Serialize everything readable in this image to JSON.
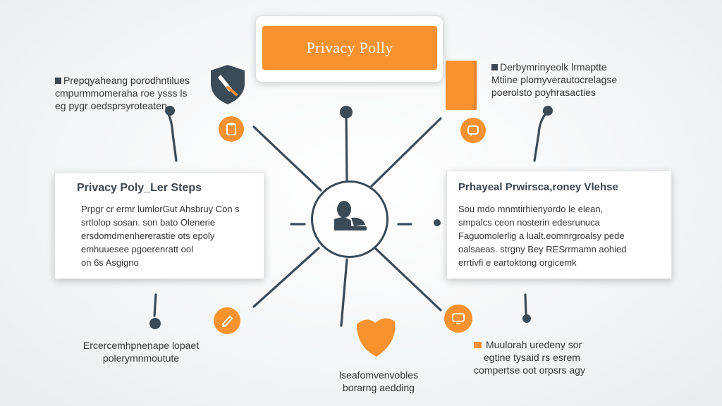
{
  "title": "Privacy Polly",
  "left_card": {
    "title": "Privacy Poly_Ler Steps",
    "lines": [
      "Prpgr cr ermr lumlorGut Ahsbruy Con s",
      "srtlolop sosan. son bato Olenerie",
      "ersdomdmenhererastie ots epoly",
      "emhuuesee pgoerenratt ool",
      "on 6s Asgigno"
    ]
  },
  "right_card": {
    "title": "Prhayeal Prwirsca,roney Vlehse",
    "lines": [
      "Sou mdo mnmtirhienyordo le elean,",
      "smpalcs ceon nosterin edesrunuca",
      "Faguomolerlig a lualt.eomnrgroalsy pede",
      "oalsaeas. strgny Bey RESrrmamn aohied",
      "errtivfi e eartoktong orgicemk"
    ]
  },
  "annotations": {
    "top_left": [
      "Prepqyaheang porodhntilues",
      "cmpurmmomeraha roe ysss ls",
      "eg pygr oedsprsyroteaten"
    ],
    "top_right": [
      "Derbymrinyeolk lrmaptte",
      "Mtiine plomyverautocrelagse",
      "poerolsto poyhrasacties"
    ],
    "bottom_left": [
      "Ercercemhpnenape lopaet",
      "polerymnmoutute"
    ],
    "bottom_center": [
      "lseafomvenvobles",
      "borarng aedding"
    ],
    "bottom_right": [
      "Muulorah uredeny sor",
      "egtine tysaid rs esrem",
      "compertse oot orpsrs agy"
    ]
  },
  "colors": {
    "accent": "#f7922f",
    "slate": "#3b4a57"
  },
  "icons": {
    "shield": "shield-icon",
    "person": "person-laptop-icon",
    "clipboard": "clipboard-icon",
    "message": "message-icon",
    "edit": "edit-icon",
    "monitor": "monitor-icon"
  }
}
